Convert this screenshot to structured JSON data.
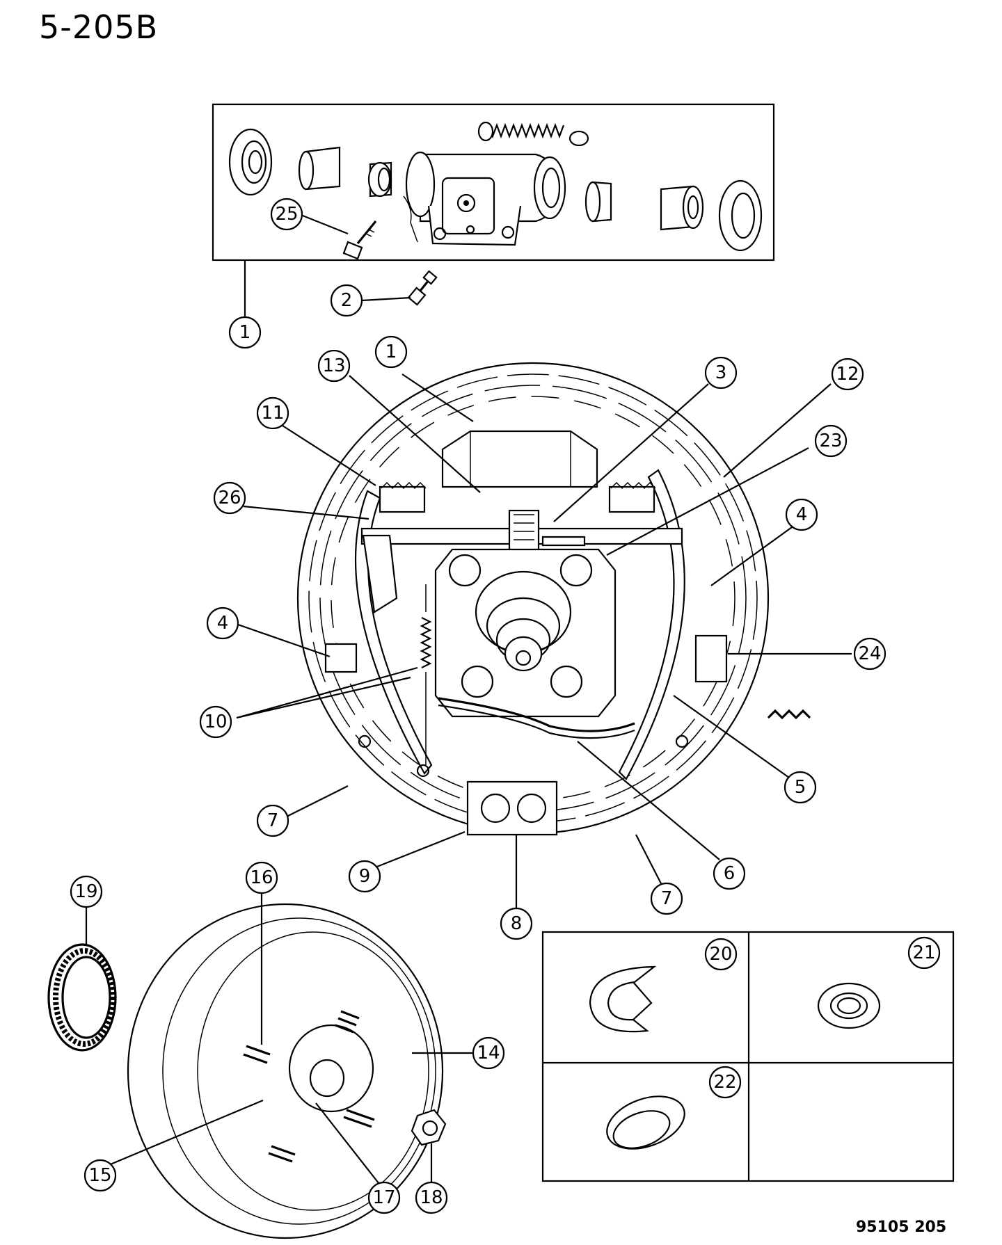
{
  "title": "5-205B",
  "diagram_id": "95105 205",
  "callouts": [
    "1",
    "2",
    "1",
    "3",
    "4",
    "4",
    "5",
    "6",
    "7",
    "7",
    "8",
    "9",
    "10",
    "11",
    "12",
    "13",
    "14",
    "15",
    "16",
    "17",
    "18",
    "19",
    "20",
    "21",
    "22",
    "23",
    "24",
    "25",
    "26"
  ]
}
